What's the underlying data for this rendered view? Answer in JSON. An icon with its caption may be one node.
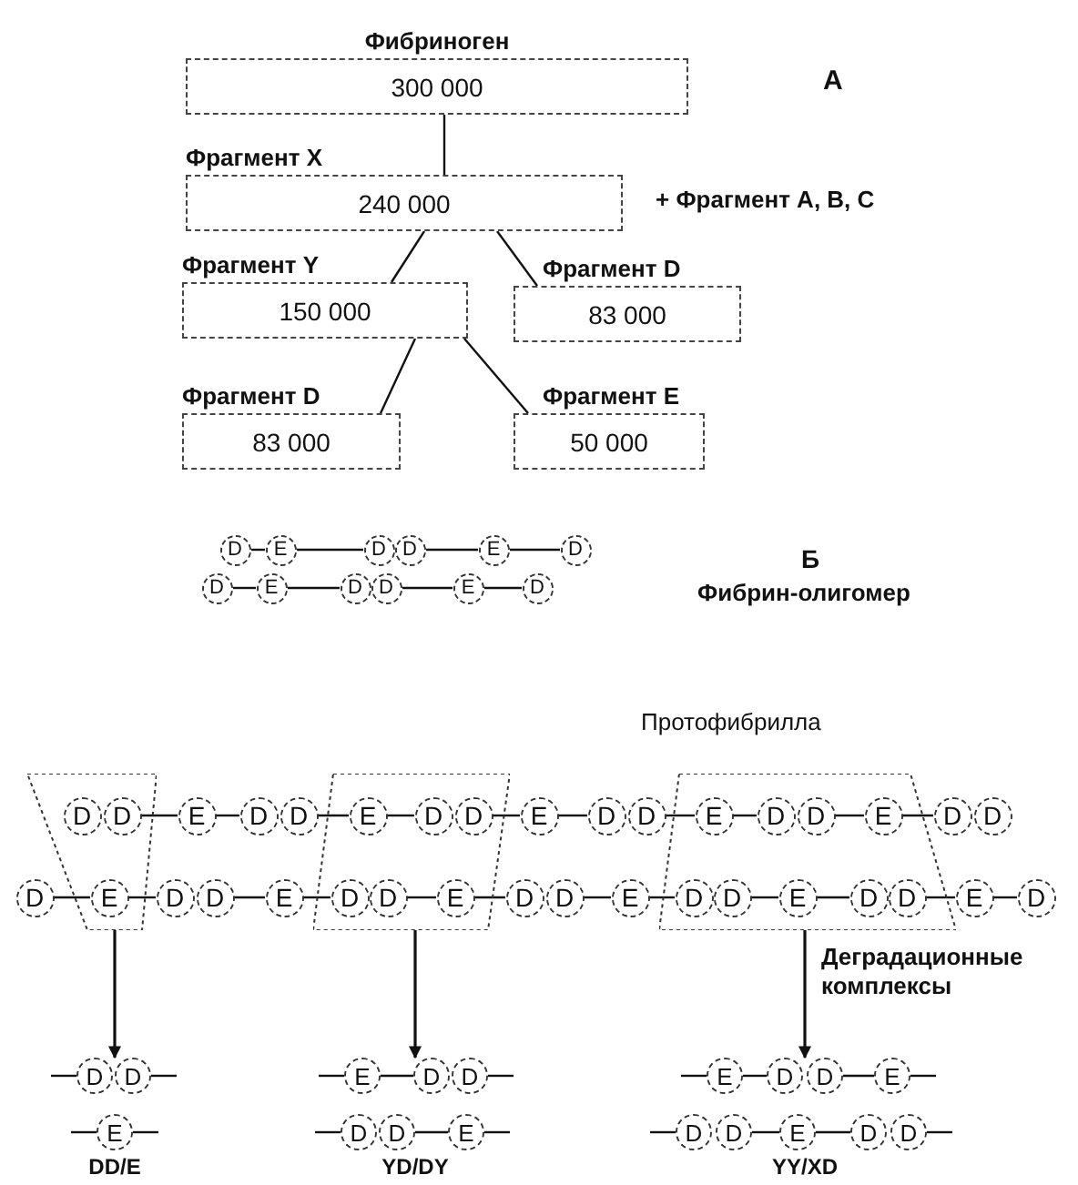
{
  "diagram": {
    "nodes": [
      {
        "text": [
          "Фибриноген",
          "300 000"
        ]
      },
      {
        "text": [
          "Фрагмент X",
          "240 000"
        ]
      },
      {
        "text": [
          "Фрагмент Y",
          "150 000"
        ]
      },
      {
        "text": [
          "Фрагмент D",
          "83 000"
        ]
      },
      {
        "text": [
          "Фрагмент D",
          "83 000"
        ]
      },
      {
        "text": [
          "Фрагмент E",
          "50 000"
        ]
      },
      {
        "text": [
          "D"
        ]
      },
      {
        "text": [
          "E"
        ]
      },
      {
        "text": [
          "D"
        ]
      },
      {
        "text": [
          "D"
        ]
      },
      {
        "text": [
          "E"
        ]
      },
      {
        "text": [
          "D"
        ]
      },
      {
        "text": [
          "D"
        ]
      },
      {
        "text": [
          "E"
        ]
      },
      {
        "text": [
          "D"
        ]
      },
      {
        "text": [
          "D"
        ]
      },
      {
        "text": [
          "E"
        ]
      },
      {
        "text": [
          "D"
        ]
      },
      {
        "text": [],
        "shape": "trapezoid"
      },
      {
        "text": [],
        "shape": "trapezoid"
      },
      {
        "text": [],
        "shape": "trapezoid"
      },
      {
        "text": [
          "D"
        ],
        "in": 18
      },
      {
        "text": [
          "D"
        ],
        "in": 18
      },
      {
        "text": [
          "E"
        ]
      },
      {
        "text": [
          "D"
        ]
      },
      {
        "text": [
          "D"
        ]
      },
      {
        "text": [
          "E"
        ],
        "in": 19
      },
      {
        "text": [
          "D"
        ],
        "in": 19
      },
      {
        "text": [
          "D"
        ],
        "in": 19
      },
      {
        "text": [
          "E"
        ]
      },
      {
        "text": [
          "D"
        ]
      },
      {
        "text": [
          "D"
        ]
      },
      {
        "text": [
          "E"
        ],
        "in": 20
      },
      {
        "text": [
          "D"
        ],
        "in": 20
      },
      {
        "text": [
          "D"
        ],
        "in": 20
      },
      {
        "text": [
          "E"
        ],
        "in": 20
      },
      {
        "text": [
          "D"
        ]
      },
      {
        "text": [
          "D"
        ]
      },
      {
        "text": [
          "D"
        ]
      },
      {
        "text": [
          "E"
        ],
        "in": 18
      },
      {
        "text": [
          "D"
        ]
      },
      {
        "text": [
          "D"
        ]
      },
      {
        "text": [
          "E"
        ]
      },
      {
        "text": [
          "D"
        ],
        "in": 19
      },
      {
        "text": [
          "D"
        ],
        "in": 19
      },
      {
        "text": [
          "E"
        ],
        "in": 19
      },
      {
        "text": [
          "D"
        ]
      },
      {
        "text": [
          "D"
        ]
      },
      {
        "text": [
          "E"
        ]
      },
      {
        "text": [
          "D"
        ],
        "in": 20
      },
      {
        "text": [
          "D"
        ],
        "in": 20
      },
      {
        "text": [
          "E"
        ],
        "in": 20
      },
      {
        "text": [
          "D"
        ],
        "in": 20
      },
      {
        "text": [
          "D"
        ],
        "in": 20
      },
      {
        "text": [
          "E"
        ]
      },
      {
        "text": [
          "D"
        ]
      },
      {
        "text": [
          "D"
        ]
      },
      {
        "text": [
          "D"
        ]
      },
      {
        "text": [
          "E"
        ]
      },
      {
        "text": [
          "E"
        ]
      },
      {
        "text": [
          "D"
        ]
      },
      {
        "text": [
          "D"
        ]
      },
      {
        "text": [
          "D"
        ]
      },
      {
        "text": [
          "D"
        ]
      },
      {
        "text": [
          "E"
        ]
      },
      {
        "text": [
          "E"
        ]
      },
      {
        "text": [
          "D"
        ]
      },
      {
        "text": [
          "D"
        ]
      },
      {
        "text": [
          "E"
        ]
      },
      {
        "text": [
          "D"
        ]
      },
      {
        "text": [
          "D"
        ]
      },
      {
        "text": [
          "E"
        ]
      },
      {
        "text": [
          "D"
        ]
      },
      {
        "text": [
          "D"
        ]
      }
    ],
    "edges": [
      {
        "from": 0,
        "to": 1,
        "arrow": "none"
      },
      {
        "from": 1,
        "to": 2,
        "arrow": "none"
      },
      {
        "from": 1,
        "to": 3,
        "arrow": "none"
      },
      {
        "from": 2,
        "to": 4,
        "arrow": "none"
      },
      {
        "from": 2,
        "to": 5,
        "arrow": "none"
      },
      {
        "from": 6,
        "to": 7,
        "arrow": "none"
      },
      {
        "from": 7,
        "to": 8,
        "arrow": "none"
      },
      {
        "from": 9,
        "to": 10,
        "arrow": "none"
      },
      {
        "from": 10,
        "to": 11,
        "arrow": "none"
      },
      {
        "from": 12,
        "to": 13,
        "arrow": "none"
      },
      {
        "from": 13,
        "to": 14,
        "arrow": "none"
      },
      {
        "from": 15,
        "to": 16,
        "arrow": "none"
      },
      {
        "from": 16,
        "to": 17,
        "arrow": "none"
      },
      {
        "from": 18,
        "to": 56,
        "arrow": "to"
      },
      {
        "from": 19,
        "to": 60,
        "arrow": "to"
      },
      {
        "from": 20,
        "to": 66,
        "arrow": "to"
      },
      {
        "from": 22,
        "to": 23,
        "arrow": "none"
      },
      {
        "from": 23,
        "to": 24,
        "arrow": "none"
      },
      {
        "from": 25,
        "to": 26,
        "arrow": "none"
      },
      {
        "from": 26,
        "to": 27,
        "arrow": "none"
      },
      {
        "from": 28,
        "to": 29,
        "arrow": "none"
      },
      {
        "from": 29,
        "to": 30,
        "arrow": "none"
      },
      {
        "from": 31,
        "to": 32,
        "arrow": "none"
      },
      {
        "from": 32,
        "to": 33,
        "arrow": "none"
      },
      {
        "from": 34,
        "to": 35,
        "arrow": "none"
      },
      {
        "from": 35,
        "to": 36,
        "arrow": "none"
      },
      {
        "from": 38,
        "to": 39,
        "arrow": "none"
      },
      {
        "from": 39,
        "to": 40,
        "arrow": "none"
      },
      {
        "from": 41,
        "to": 42,
        "arrow": "none"
      },
      {
        "from": 42,
        "to": 43,
        "arrow": "none"
      },
      {
        "from": 44,
        "to": 45,
        "arrow": "none"
      },
      {
        "from": 45,
        "to": 46,
        "arrow": "none"
      },
      {
        "from": 47,
        "to": 48,
        "arrow": "none"
      },
      {
        "from": 48,
        "to": 49,
        "arrow": "none"
      },
      {
        "from": 50,
        "to": 51,
        "arrow": "none"
      },
      {
        "from": 51,
        "to": 52,
        "arrow": "none"
      },
      {
        "from": 53,
        "to": 54,
        "arrow": "none"
      },
      {
        "from": 54,
        "to": 55,
        "arrow": "none"
      },
      {
        "from": null,
        "to": 56,
        "arrow": "none"
      },
      {
        "from": 57,
        "to": null,
        "arrow": "none"
      },
      {
        "from": null,
        "to": 58,
        "arrow": "none"
      },
      {
        "from": 58,
        "to": null,
        "arrow": "none"
      },
      {
        "from": null,
        "to": 59,
        "arrow": "none"
      },
      {
        "from": 59,
        "to": 60,
        "arrow": "none"
      },
      {
        "from": 61,
        "to": null,
        "arrow": "none"
      },
      {
        "from": null,
        "to": 62,
        "arrow": "none"
      },
      {
        "from": 63,
        "to": 64,
        "arrow": "none"
      },
      {
        "from": 64,
        "to": null,
        "arrow": "none"
      },
      {
        "from": null,
        "to": 65,
        "arrow": "none"
      },
      {
        "from": 65,
        "to": 66,
        "arrow": "none"
      },
      {
        "from": 67,
        "to": 68,
        "arrow": "none"
      },
      {
        "from": 68,
        "to": null,
        "arrow": "none"
      },
      {
        "from": null,
        "to": 69,
        "arrow": "none"
      },
      {
        "from": 70,
        "to": 71,
        "arrow": "none"
      },
      {
        "from": 71,
        "to": 72,
        "arrow": "none"
      },
      {
        "from": 73,
        "to": null,
        "arrow": "none"
      }
    ],
    "labels": [
      "А",
      "+ Фрагмент A, B, C",
      "Б",
      "Фибрин-олигомер",
      "Протофибрилла",
      "Деградационные комплексы",
      "DD/E",
      "YD/DY",
      "YY/XD"
    ]
  }
}
